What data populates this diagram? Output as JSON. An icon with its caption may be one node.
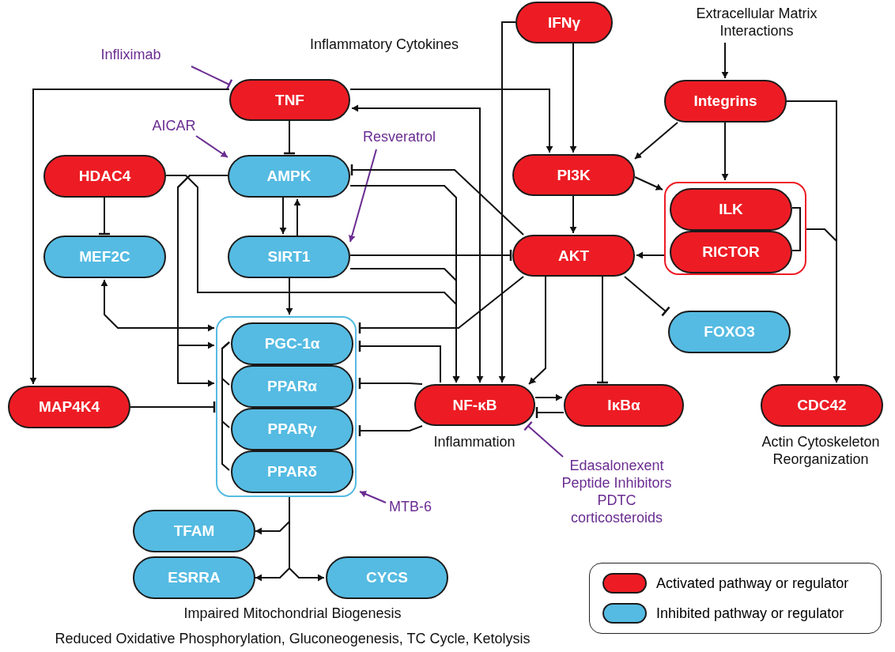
{
  "diagram": {
    "nodes": [
      {
        "text": [
          "IFNγ"
        ]
      },
      {
        "text": [
          "Extracellular Matrix Interactions"
        ]
      },
      {
        "text": [
          "Infliximab"
        ]
      },
      {
        "text": [
          "TNF"
        ]
      },
      {
        "text": [
          "Integrins"
        ]
      },
      {
        "text": [
          "AICAR"
        ]
      },
      {
        "text": [
          "HDAC4"
        ]
      },
      {
        "text": [
          "AMPK"
        ]
      },
      {
        "text": [
          "PI3K"
        ]
      },
      {
        "text": [
          "Resveratrol"
        ]
      },
      {
        "text": [
          "MEF2C"
        ]
      },
      {
        "text": [
          "SIRT1"
        ]
      },
      {
        "text": [
          "AKT"
        ]
      },
      {
        "text": [],
        "shape": "box"
      },
      {
        "text": [
          "ILK"
        ],
        "in": 13
      },
      {
        "text": [
          "RICTOR"
        ],
        "in": 13
      },
      {
        "text": [
          "FOXO3"
        ]
      },
      {
        "text": [],
        "shape": "box"
      },
      {
        "text": [
          "PGC-1α"
        ],
        "in": 17
      },
      {
        "text": [
          "PPARα"
        ],
        "in": 17
      },
      {
        "text": [
          "PPARγ"
        ],
        "in": 17
      },
      {
        "text": [
          "PPARδ"
        ],
        "in": 17
      },
      {
        "text": [
          "MAP4K4"
        ]
      },
      {
        "text": [
          "NF-κB"
        ],
        "beside": [
          "Inflammation"
        ]
      },
      {
        "text": [
          "IκBα"
        ]
      },
      {
        "text": [
          "CDC42"
        ],
        "beside": [
          "Actin Cytoskeleton Reorganization"
        ]
      },
      {
        "text": [
          "Edasalonexent",
          "Peptide Inhibitors",
          "PDTC",
          "corticosteroids"
        ]
      },
      {
        "text": [
          "MTB-6"
        ]
      },
      {
        "text": [
          "TFAM"
        ]
      },
      {
        "text": [
          "ESRRA"
        ]
      },
      {
        "text": [
          "CYCS"
        ]
      }
    ],
    "edges": [
      {
        "from": 2,
        "to": 3,
        "arrow": "other",
        "color": "#6a2c91"
      },
      {
        "from": 1,
        "to": 4,
        "arrow": "to"
      },
      {
        "from": 5,
        "to": 7,
        "arrow": "to",
        "color": "#6a2c91"
      },
      {
        "from": 9,
        "to": 11,
        "arrow": "to",
        "color": "#6a2c91"
      },
      {
        "from": 26,
        "to": 23,
        "arrow": "other",
        "color": "#6a2c91"
      },
      {
        "from": 27,
        "to": 17,
        "arrow": "to",
        "color": "#6a2c91"
      },
      {
        "from": 3,
        "to": 22,
        "arrow": "to"
      },
      {
        "from": 3,
        "to": 7,
        "arrow": "other"
      },
      {
        "from": 3,
        "to": 8,
        "arrow": "to"
      },
      {
        "from": 23,
        "to": 3,
        "arrow": "both"
      },
      {
        "from": 0,
        "to": 8,
        "arrow": "to"
      },
      {
        "from": 0,
        "to": 23,
        "arrow": "to"
      },
      {
        "from": 4,
        "to": 8,
        "arrow": "to"
      },
      {
        "from": 4,
        "to": 13,
        "arrow": "to"
      },
      {
        "from": 4,
        "to": 25,
        "arrow": "to"
      },
      {
        "from": 6,
        "to": 10,
        "arrow": "other"
      },
      {
        "from": 7,
        "to": 11,
        "arrow": "to"
      },
      {
        "from": 11,
        "to": 7,
        "arrow": "to"
      },
      {
        "from": 7,
        "to": 17,
        "arrow": "to"
      },
      {
        "from": 7,
        "to": 17,
        "arrow": "to"
      },
      {
        "from": 10,
        "to": 17,
        "arrow": "both"
      },
      {
        "from": 6,
        "to": 23,
        "arrow": "to"
      },
      {
        "from": 7,
        "to": 23,
        "arrow": "to"
      },
      {
        "from": 11,
        "to": 23,
        "arrow": "to"
      },
      {
        "from": 11,
        "to": 12,
        "arrow": "other"
      },
      {
        "from": 12,
        "to": 7,
        "arrow": "other"
      },
      {
        "from": 11,
        "to": 17,
        "arrow": "to"
      },
      {
        "from": 8,
        "to": 12,
        "arrow": "to"
      },
      {
        "from": 8,
        "to": 13,
        "arrow": "to"
      },
      {
        "from": 13,
        "to": 12,
        "arrow": "to"
      },
      {
        "from": 13,
        "to": 25,
        "arrow": "to"
      },
      {
        "from": 14,
        "to": 15,
        "arrow": "none"
      },
      {
        "from": 12,
        "to": 16,
        "arrow": "other"
      },
      {
        "from": 12,
        "to": 24,
        "arrow": "other"
      },
      {
        "from": 12,
        "to": 23,
        "arrow": "to"
      },
      {
        "from": 12,
        "to": 17,
        "arrow": "other"
      },
      {
        "from": 23,
        "to": 17,
        "arrow": "other"
      },
      {
        "from": 23,
        "to": 17,
        "arrow": "other"
      },
      {
        "from": 23,
        "to": 17,
        "arrow": "other"
      },
      {
        "from": 23,
        "to": 24,
        "arrow": "to"
      },
      {
        "from": 24,
        "to": 23,
        "arrow": "other"
      },
      {
        "from": 22,
        "to": 17,
        "arrow": "other"
      },
      {
        "from": 17,
        "to": 28,
        "arrow": "to"
      },
      {
        "from": 17,
        "to": 29,
        "arrow": "to"
      },
      {
        "from": 17,
        "to": 30,
        "arrow": "to"
      },
      {
        "from": 18,
        "to": 19,
        "arrow": "none"
      },
      {
        "from": 18,
        "to": 20,
        "arrow": "none"
      },
      {
        "from": 18,
        "to": 21,
        "arrow": "none"
      }
    ],
    "labels": [
      "Inflammatory Cytokines",
      "Impaired Mitochondrial Biogenesis",
      "Reduced Oxidative Phosphorylation, Gluconeogenesis, TC Cycle, Ketolysis"
    ],
    "legend": [
      {
        "text": "Activated pathway or regulator",
        "color": "#ed1c24"
      },
      {
        "text": "Inhibited pathway or regulator",
        "color": "#55bbe2"
      }
    ]
  }
}
